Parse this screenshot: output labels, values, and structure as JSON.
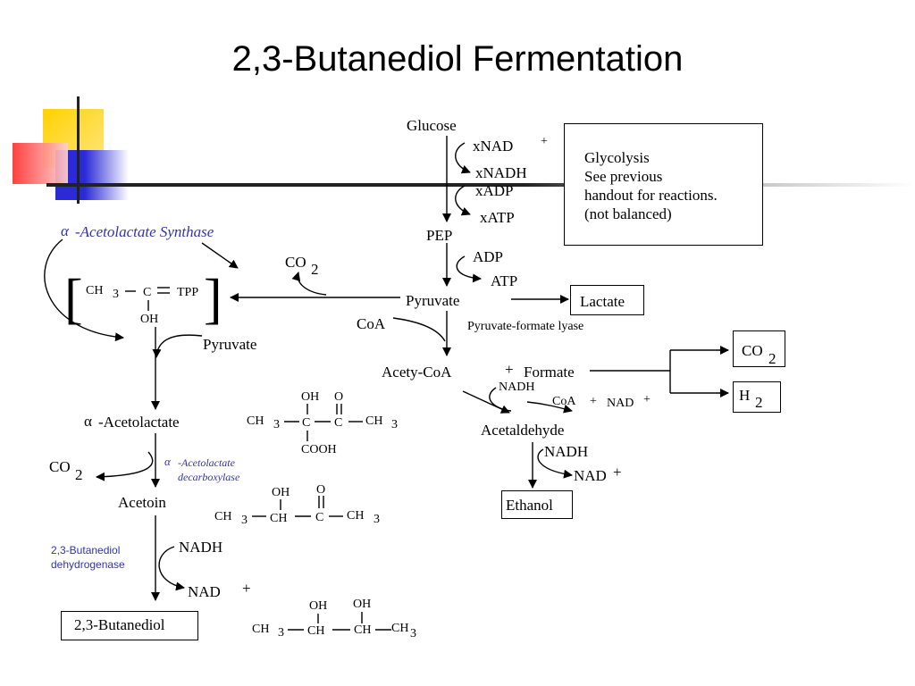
{
  "title": "2,3-Butanediol Fermentation",
  "glycolysis_note": [
    "Glycolysis",
    "See previous",
    "handout for reactions.",
    "(not balanced)"
  ],
  "nodes": {
    "glucose": "Glucose",
    "pep": "PEP",
    "pyruvate": "Pyruvate",
    "lactate": "Lactate",
    "acetyl_coa": "Acety-CoA",
    "plus": "+",
    "formate": "Formate",
    "acetaldehyde": "Acetaldehyde",
    "ethanol": "Ethanol",
    "acetolactate": "-Acetolactate",
    "acetoin": "Acetoin",
    "butanediol": "2,3-Butanediol"
  },
  "cofactors": {
    "xnad": "xNAD",
    "xnad_sup": "+",
    "xnadh": "xNADH",
    "xadp": "xADP",
    "xatp": "xATP",
    "adp": "ADP",
    "atp": "ATP",
    "co2": "CO",
    "co2_sub": "2",
    "coa": "CoA",
    "nadh": "NADH",
    "coa_small": "CoA",
    "plus": "+",
    "nad": "NAD",
    "nad_sup": "+",
    "h": "H",
    "h_sub": "2",
    "pyruvate_in": "Pyruvate"
  },
  "enzymes": {
    "alpha": "α",
    "acetolactate_synthase": "-Acetolactate Synthase",
    "pyruvate_formate_lyase": "Pyruvate-formate lyase",
    "acetolactate_decarboxylase": "-Acetolactate decarboxylase",
    "butanediol_dehydrogenase": "2,3-Butanediol dehydrogenase"
  },
  "structures": {
    "ch": "CH",
    "c": "C",
    "three": "3",
    "tpp": "TPP",
    "oh": "OH",
    "o": "O",
    "cooh": "COOH",
    "bracket_open": "[",
    "bracket_close": "]"
  }
}
